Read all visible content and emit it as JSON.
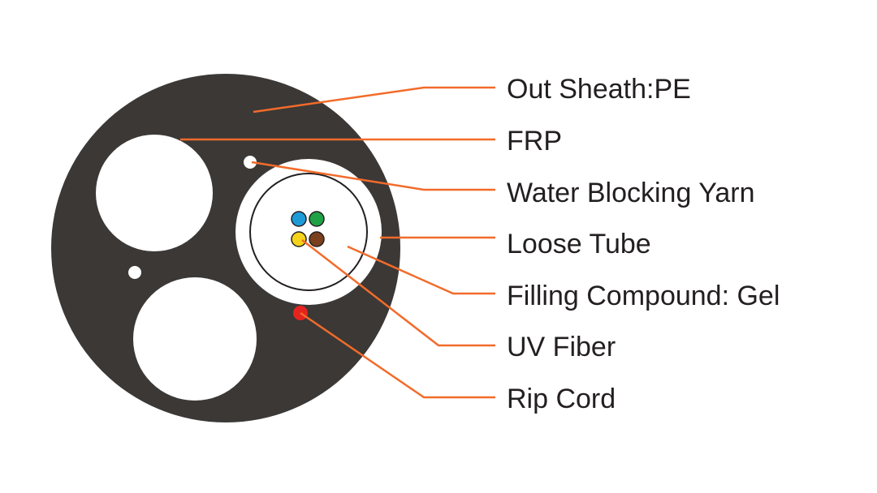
{
  "colors": {
    "sheath": "#3b3836",
    "background": "#ffffff",
    "leader_line": "#f26b2a",
    "tube_outline": "#231f20",
    "fiber_blue": "#1e9bd7",
    "fiber_green": "#1fa146",
    "fiber_yellow": "#f5d31b",
    "fiber_brown": "#7a3f1d",
    "rip_cord": "#e5241f",
    "text": "#231f20"
  },
  "labels": [
    {
      "key": "out_sheath",
      "text": "Out Sheath:PE"
    },
    {
      "key": "frp",
      "text": "FRP"
    },
    {
      "key": "water_blocking_yarn",
      "text": "Water Blocking Yarn"
    },
    {
      "key": "loose_tube",
      "text": "Loose Tube"
    },
    {
      "key": "filling_compound",
      "text": "Filling Compound: Gel"
    },
    {
      "key": "uv_fiber",
      "text": "UV Fiber"
    },
    {
      "key": "rip_cord",
      "text": "Rip Cord"
    }
  ]
}
